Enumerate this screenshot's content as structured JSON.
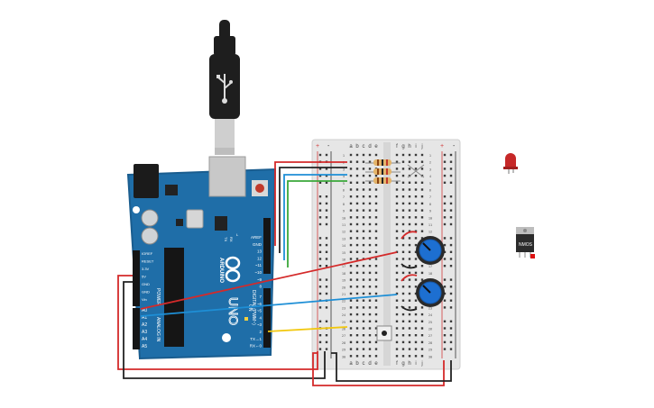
{
  "arduino": {
    "brand": "ARDUINO",
    "model": "UNO",
    "on_label": "ON",
    "l_label": "L",
    "tx_label": "TX",
    "rx_label": "RX",
    "power_section": "POWER",
    "analog_section": "ANALOG IN",
    "digital_section": "DIGITAL (PWM~)",
    "power_pins": [
      "IOREF",
      "RESET",
      "3.3V",
      "5V",
      "GND",
      "GND",
      "Vin"
    ],
    "analog_pins": [
      "A0",
      "A1",
      "A2",
      "A3",
      "A4",
      "A5"
    ],
    "digital_pins_top": [
      "AREF",
      "GND",
      "13",
      "12",
      "~11",
      "~10",
      "~9",
      "8"
    ],
    "digital_pins_bottom": [
      "7",
      "~6",
      "~5",
      "4",
      "~3",
      "2",
      "TX→1",
      "RX←0"
    ]
  },
  "breadboard": {
    "column_letters_left": [
      "a",
      "b",
      "c",
      "d",
      "e"
    ],
    "column_letters_right": [
      "f",
      "g",
      "h",
      "i",
      "j"
    ],
    "rail_plus": "+",
    "rail_minus": "-",
    "row_numbers": [
      "1",
      "2",
      "3",
      "4",
      "5",
      "6",
      "7",
      "8",
      "9",
      "10",
      "11",
      "12",
      "13",
      "14",
      "15",
      "16",
      "17",
      "18",
      "19",
      "20",
      "21",
      "22",
      "23",
      "24",
      "25",
      "26",
      "27",
      "28",
      "29",
      "30"
    ]
  },
  "parts": {
    "nmos_label": "NMOS"
  },
  "colors": {
    "arduino_board": "#1f6ea8",
    "arduino_edge": "#1a5d8f",
    "breadboard": "#e6e6e6",
    "rail_red": "#d23b3b",
    "rail_black": "#333333",
    "wire_red": "#d42a2a",
    "wire_black": "#222222",
    "wire_blue": "#1e8fd6",
    "wire_green": "#3aa83a",
    "wire_yellow": "#f2c80f",
    "pot_blue": "#1d6fd1",
    "resistor_body": "#e3b46a",
    "led_red": "#c62828",
    "usb_cable": "#1e1e1e",
    "nmos_body": "#2b2b2b"
  }
}
